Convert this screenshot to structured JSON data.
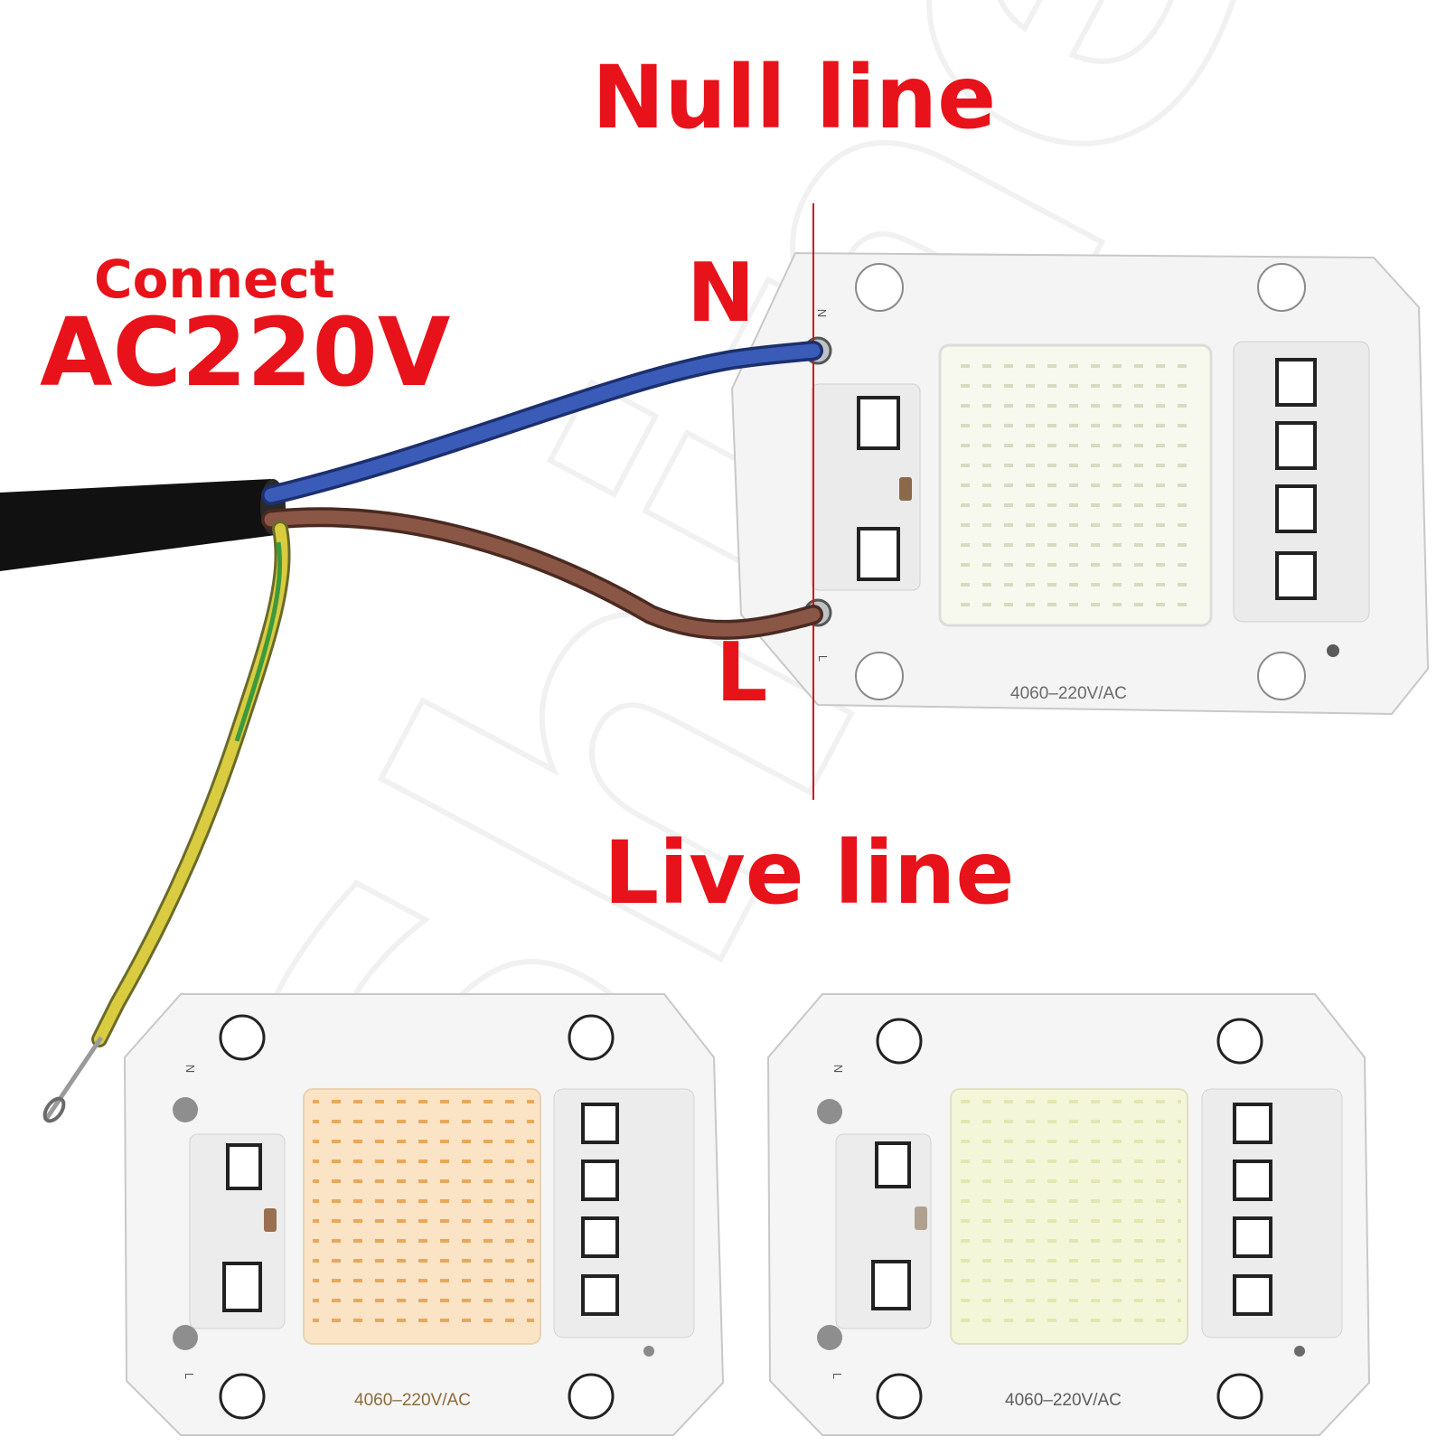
{
  "labels": {
    "null_line": "Null line",
    "live_line": "Live line",
    "connect": "Connect",
    "ac_voltage": "AC220V",
    "n_marker": "N",
    "l_marker": "L"
  },
  "boards": {
    "top": {
      "model": "4060–220V/AC",
      "pad_n": "N",
      "pad_l": "L"
    },
    "bottom_left": {
      "model": "4060–220V/AC",
      "pad_n": "N",
      "pad_l": "L"
    },
    "bottom_right": {
      "model": "4060–220V/AC",
      "pad_n": "N",
      "pad_l": "L"
    }
  },
  "watermark": "Shine",
  "colors": {
    "label_red": "#e8121a",
    "neutral_wire": "#2e4fa6",
    "live_wire": "#7a4a3c",
    "ground_wire": "#d4c43a",
    "cable_jacket": "#111111",
    "warm_led": "#f2c98a",
    "cool_led": "#f4f7da"
  }
}
